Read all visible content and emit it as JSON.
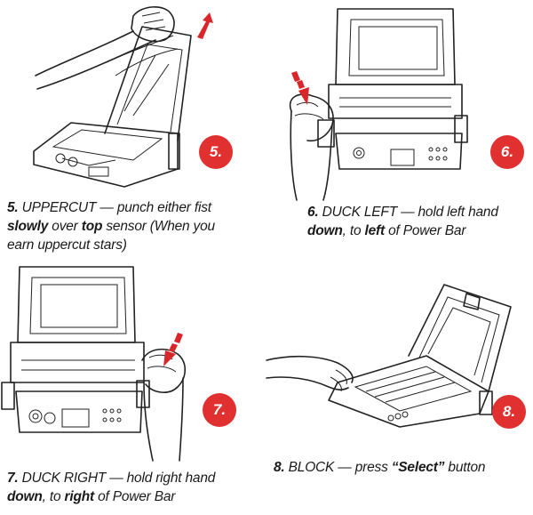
{
  "steps": [
    {
      "number": "5.",
      "move": "UPPERCUT",
      "dash": " — ",
      "t1": "punch either fist ",
      "t2": "slowly",
      "t3": " over ",
      "t4": "top",
      "t5": " sensor (When you earn uppercut stars)"
    },
    {
      "number": "6.",
      "move": "DUCK LEFT",
      "dash": " — ",
      "t1": "hold left hand ",
      "t2": "down",
      "t3": ", to ",
      "t4": "left",
      "t5": " of Power Bar"
    },
    {
      "number": "7.",
      "move": "DUCK RIGHT",
      "dash": " — ",
      "t1": "hold right hand ",
      "t2": "down",
      "t3": ", to ",
      "t4": "right",
      "t5": " of Power Bar"
    },
    {
      "number": "8.",
      "move": "BLOCK",
      "dash": " — ",
      "t1": "press ",
      "t2": "“Select”",
      "t3": " button"
    }
  ],
  "colors": {
    "badge": "#e0302f",
    "arrow": "#d9262a",
    "ink": "#222222"
  }
}
